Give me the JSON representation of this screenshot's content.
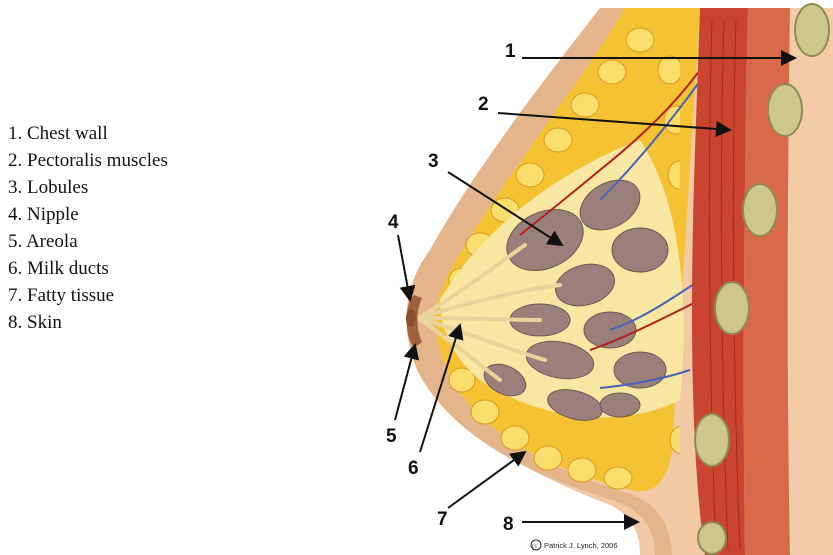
{
  "legend": [
    {
      "number": "1.",
      "label": "Chest wall"
    },
    {
      "number": "2.",
      "label": "Pectoralis muscles"
    },
    {
      "number": "3.",
      "label": "Lobules"
    },
    {
      "number": "4.",
      "label": "Nipple"
    },
    {
      "number": "5.",
      "label": "Areola"
    },
    {
      "number": "6.",
      "label": "Milk ducts"
    },
    {
      "number": "7.",
      "label": "Fatty tissue"
    },
    {
      "number": "8.",
      "label": "Skin"
    }
  ],
  "callouts": [
    "1",
    "2",
    "3",
    "4",
    "5",
    "6",
    "7",
    "8"
  ],
  "credit": {
    "symbol": "cc",
    "text": "Patrick J. Lynch, 2006"
  },
  "colors": {
    "skin": "#f1c9a5",
    "skin_dark": "#d9a57d",
    "fat": "#f4c233",
    "fat_light": "#f9de6b",
    "muscle": "#c9452f",
    "rib": "#cfc68a",
    "lobule": "#9a7f7a",
    "duct": "#e9d49a",
    "areola": "#a0623e",
    "vein": "#4a63b8",
    "artery": "#b3201c"
  }
}
